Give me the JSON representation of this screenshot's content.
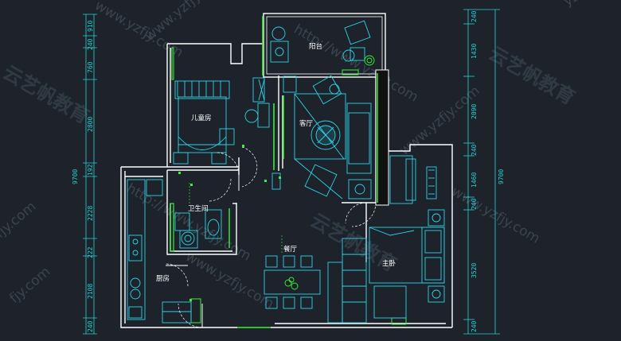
{
  "colors": {
    "background": "#1e232b",
    "wall": "#ffffff",
    "dimension": "#22d3d3",
    "furniture": "#2ad4e8",
    "accent_green": "#3af03a",
    "watermark": "#3e4a56"
  },
  "rooms": {
    "balcony": "阳台",
    "children_room": "儿童房",
    "living_room": "客厅",
    "bathroom": "卫生间",
    "dining_room": "餐厅",
    "master_bedroom": "主卧",
    "kitchen": "厨房"
  },
  "dimensions_left": [
    "910",
    "240",
    "760",
    "2800",
    "192",
    "2228",
    "222",
    "2108",
    "240"
  ],
  "dimensions_right": [
    "240",
    "1430",
    "2090",
    "240",
    "1460",
    "240",
    "3520",
    "240"
  ],
  "total_height_left": "9700",
  "total_height_right": "9700",
  "watermarks": {
    "url_a": "www.yzfjy.com",
    "url_b": "http://www.yzfjy.com",
    "brand_cn": "云艺帆教育",
    "fragment_a": "yzfjy",
    "fragment_b": "fjy.com"
  }
}
